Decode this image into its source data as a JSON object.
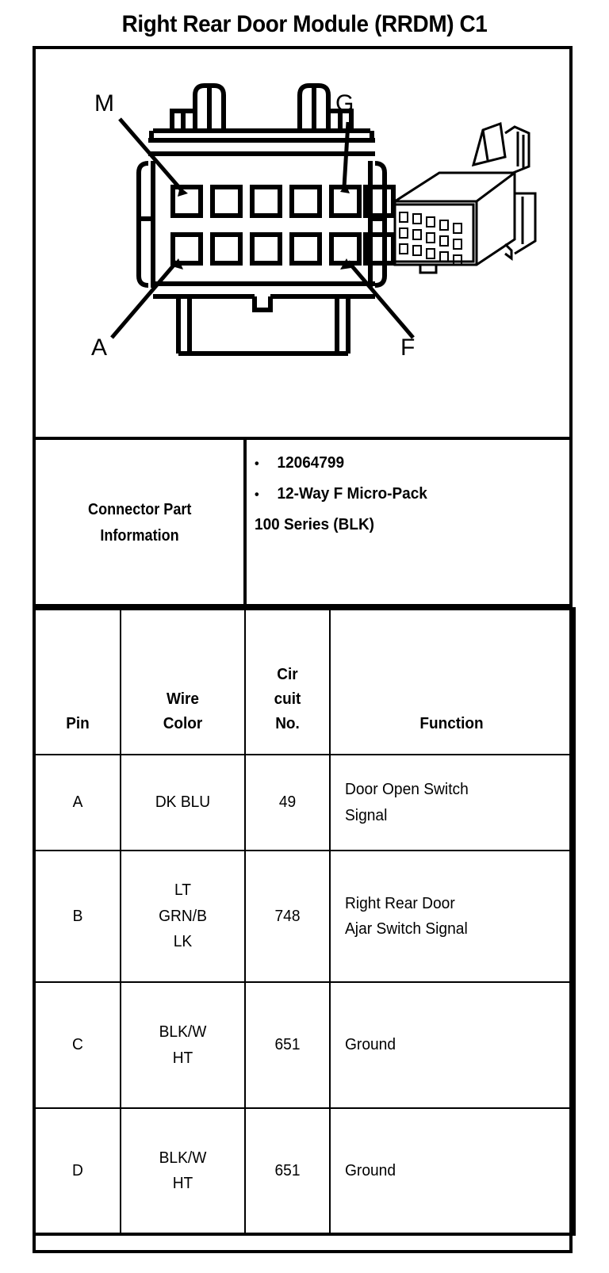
{
  "document": {
    "title": "Right Rear Door Module (RRDM) C1"
  },
  "illustration": {
    "name": "connector-face-and-isometric-view",
    "callouts": [
      {
        "id": "M",
        "label": "M"
      },
      {
        "id": "G",
        "label": "G"
      },
      {
        "id": "A",
        "label": "A"
      },
      {
        "id": "F",
        "label": "F"
      }
    ],
    "cavity_rows": 2,
    "cavity_columns": 6
  },
  "connector_part_information": {
    "label_line_1": "Connector Part",
    "label_line_2": "Information",
    "bullets": [
      "12064799",
      "12-Way F Micro-Pack"
    ],
    "continuation": "100 Series (BLK)"
  },
  "pin_table": {
    "headers": {
      "pin": [
        "Pin"
      ],
      "wire_color": [
        "Wire",
        "Color"
      ],
      "circuit_no": [
        "Cir",
        "cuit",
        "No."
      ],
      "function": [
        "Function"
      ]
    },
    "rows": [
      {
        "pin": "A",
        "wire_color": [
          "DK BLU"
        ],
        "circuit_no": "49",
        "function": [
          "Door Open Switch",
          "Signal"
        ]
      },
      {
        "pin": "B",
        "wire_color": [
          "LT",
          "GRN/B",
          "LK"
        ],
        "circuit_no": "748",
        "function": [
          "Right Rear Door",
          "Ajar Switch Signal"
        ]
      },
      {
        "pin": "C",
        "wire_color": [
          "BLK/W",
          "HT"
        ],
        "circuit_no": "651",
        "function": [
          "Ground"
        ]
      },
      {
        "pin": "D",
        "wire_color": [
          "BLK/W",
          "HT"
        ],
        "circuit_no": "651",
        "function": [
          "Ground"
        ]
      }
    ]
  },
  "colors": {
    "ink": "#000000",
    "paper": "#ffffff"
  }
}
